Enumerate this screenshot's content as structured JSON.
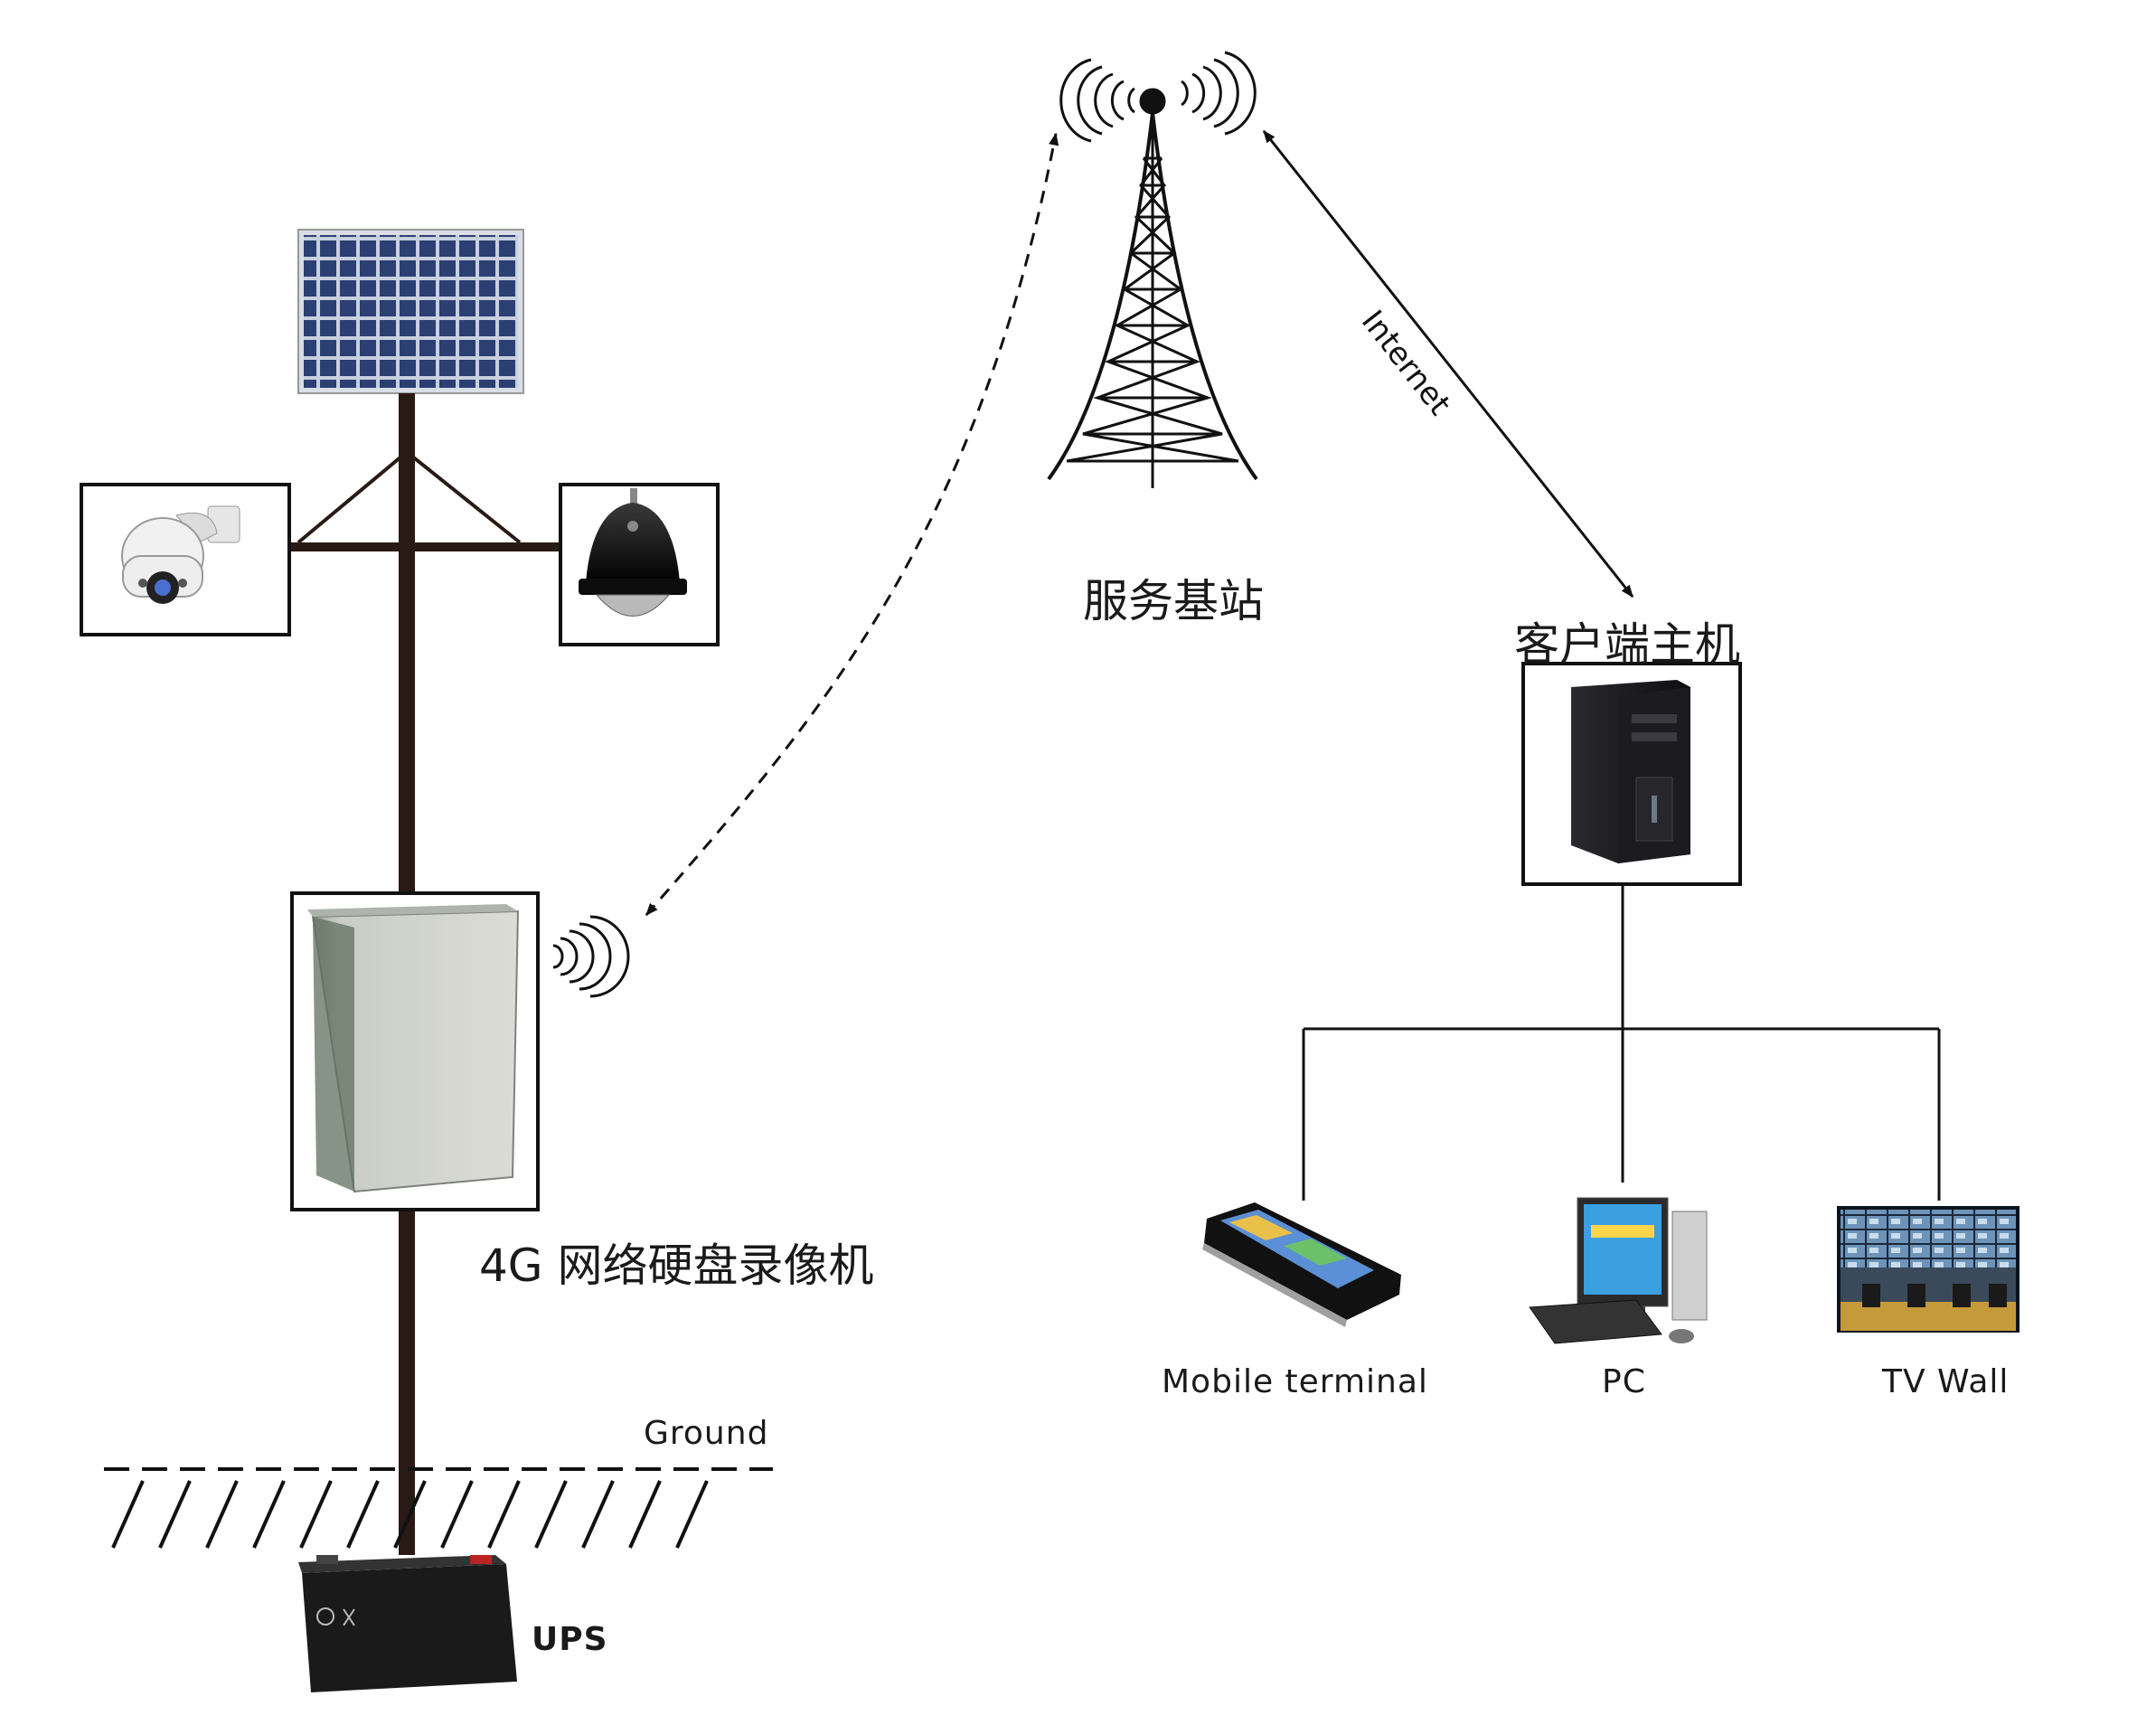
{
  "labels": {
    "base_station": "服务基站",
    "client_host": "客户端主机",
    "nvr": "4G 网络硬盘录像机",
    "ground": "Ground",
    "ups": "UPS",
    "internet": "Internet",
    "mobile_terminal": "Mobile terminal",
    "pc": "PC",
    "tv_wall": "TV Wall"
  },
  "icons": {
    "solar_panel": "solar-panel-icon",
    "ptz_camera": "ptz-camera-icon",
    "dome_camera": "dome-camera-icon",
    "cell_tower": "cell-tower-icon",
    "server": "server-tower-icon",
    "nvr_cabinet": "nvr-cabinet-icon",
    "battery": "battery-icon",
    "smartphone": "smartphone-icon",
    "desktop_pc": "desktop-pc-icon",
    "video_wall": "video-wall-icon"
  },
  "colors": {
    "pole": "#2a1a15",
    "panel_blue": "#2c3f73",
    "line": "#111111",
    "frame": "#111111"
  }
}
